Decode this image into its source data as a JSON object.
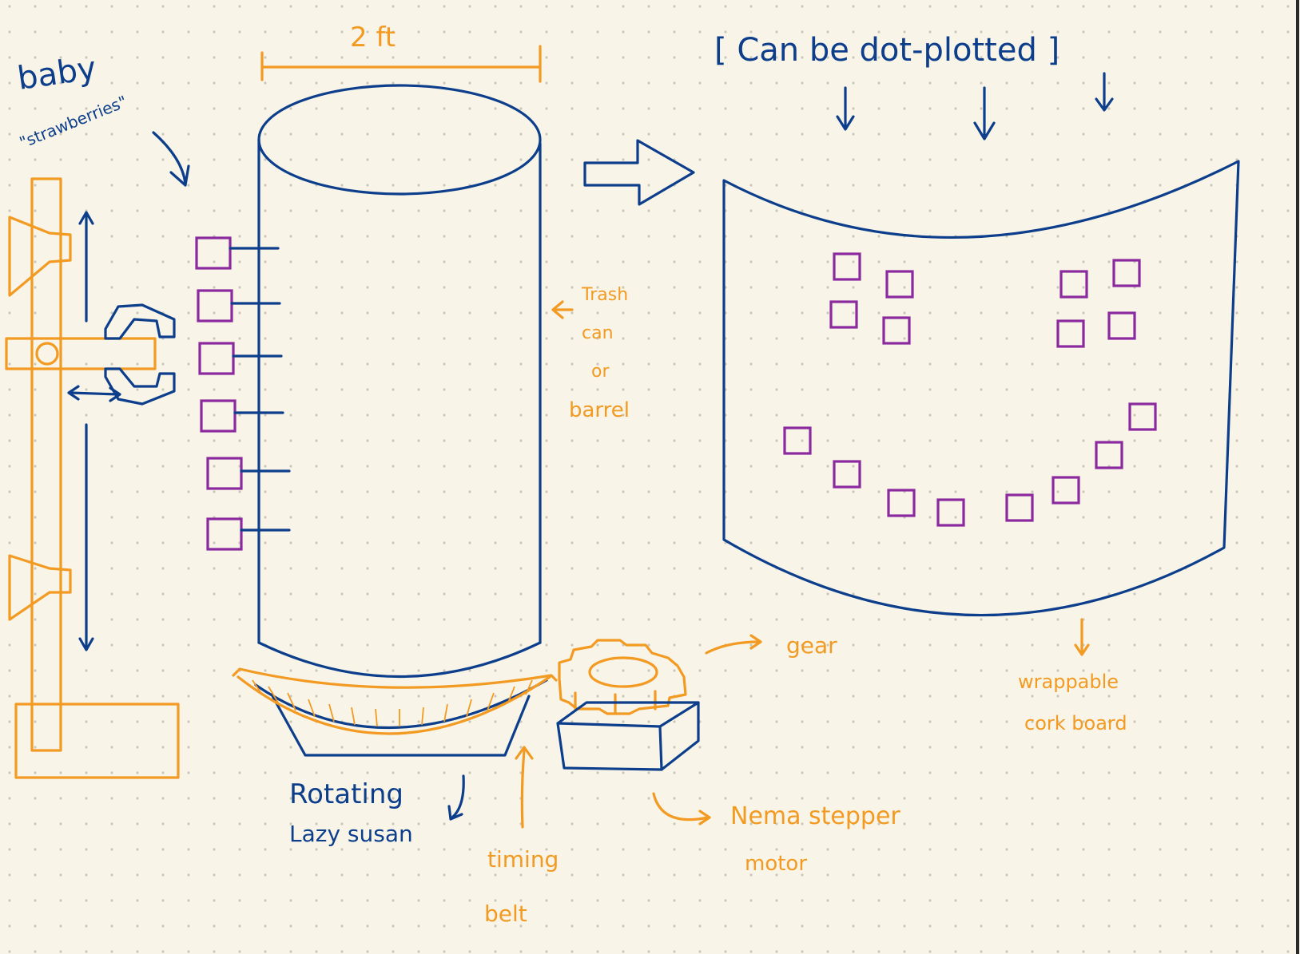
{
  "colors": {
    "background": "#f8f5e8",
    "grid_dot": "#c9c6bb",
    "blue": "#0d3e8c",
    "orange": "#f29a22",
    "purple": "#8a2a9e",
    "frame_right": "#2b2b2b"
  },
  "labels": {
    "dimension": "2 ft",
    "baby_line1": "baby",
    "baby_line2": "\"strawberries\"",
    "can_be_dot_plotted": "[ Can be dot-plotted ]",
    "trash_1": "Trash",
    "trash_2": "can",
    "trash_3": "or",
    "trash_4": "barrel",
    "gear": "gear",
    "wrappable_1": "wrappable",
    "wrappable_2": "cork board",
    "rotating_1": "Rotating",
    "rotating_2": "Lazy susan",
    "timing_1": "timing",
    "timing_2": "belt",
    "nema_1": "Nema stepper",
    "nema_2": "motor"
  },
  "icons": {
    "gripper": "claw-gripper-icon",
    "gear": "gear-icon",
    "motor": "stepper-motor-icon"
  }
}
